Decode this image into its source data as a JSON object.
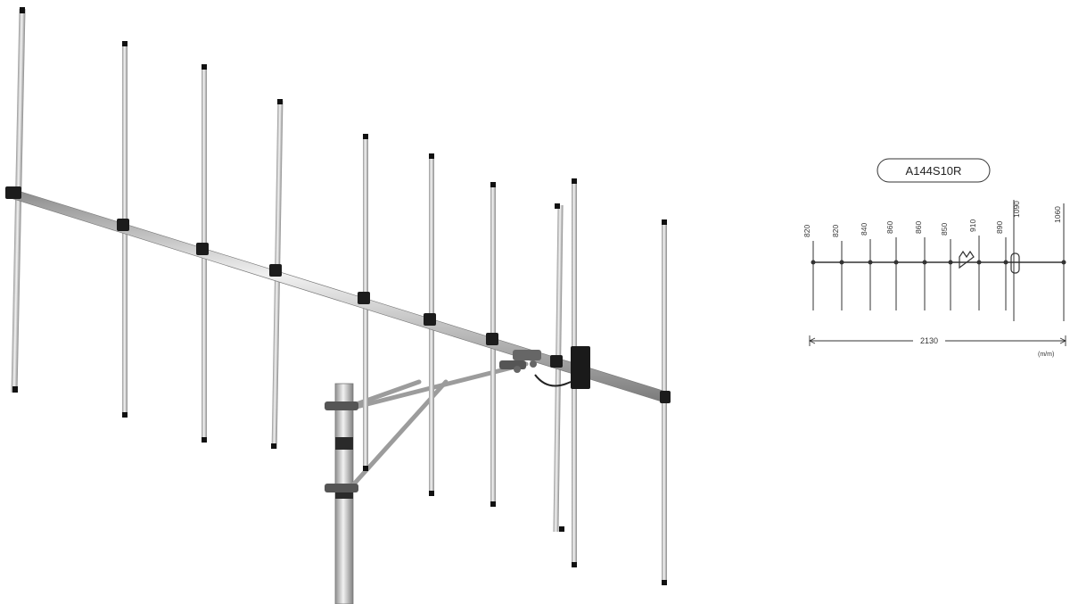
{
  "drawing": {
    "model": "A144S10R",
    "element_lengths": [
      "820",
      "820",
      "840",
      "860",
      "860",
      "850",
      "910",
      "890",
      "1090",
      "1060"
    ],
    "boom_length": "2130",
    "unit": "(m/m)"
  },
  "colors": {
    "metal_light": "#e6e6e6",
    "metal_dark": "#8a8a8a",
    "clamp": "#222222",
    "line": "#333333"
  }
}
